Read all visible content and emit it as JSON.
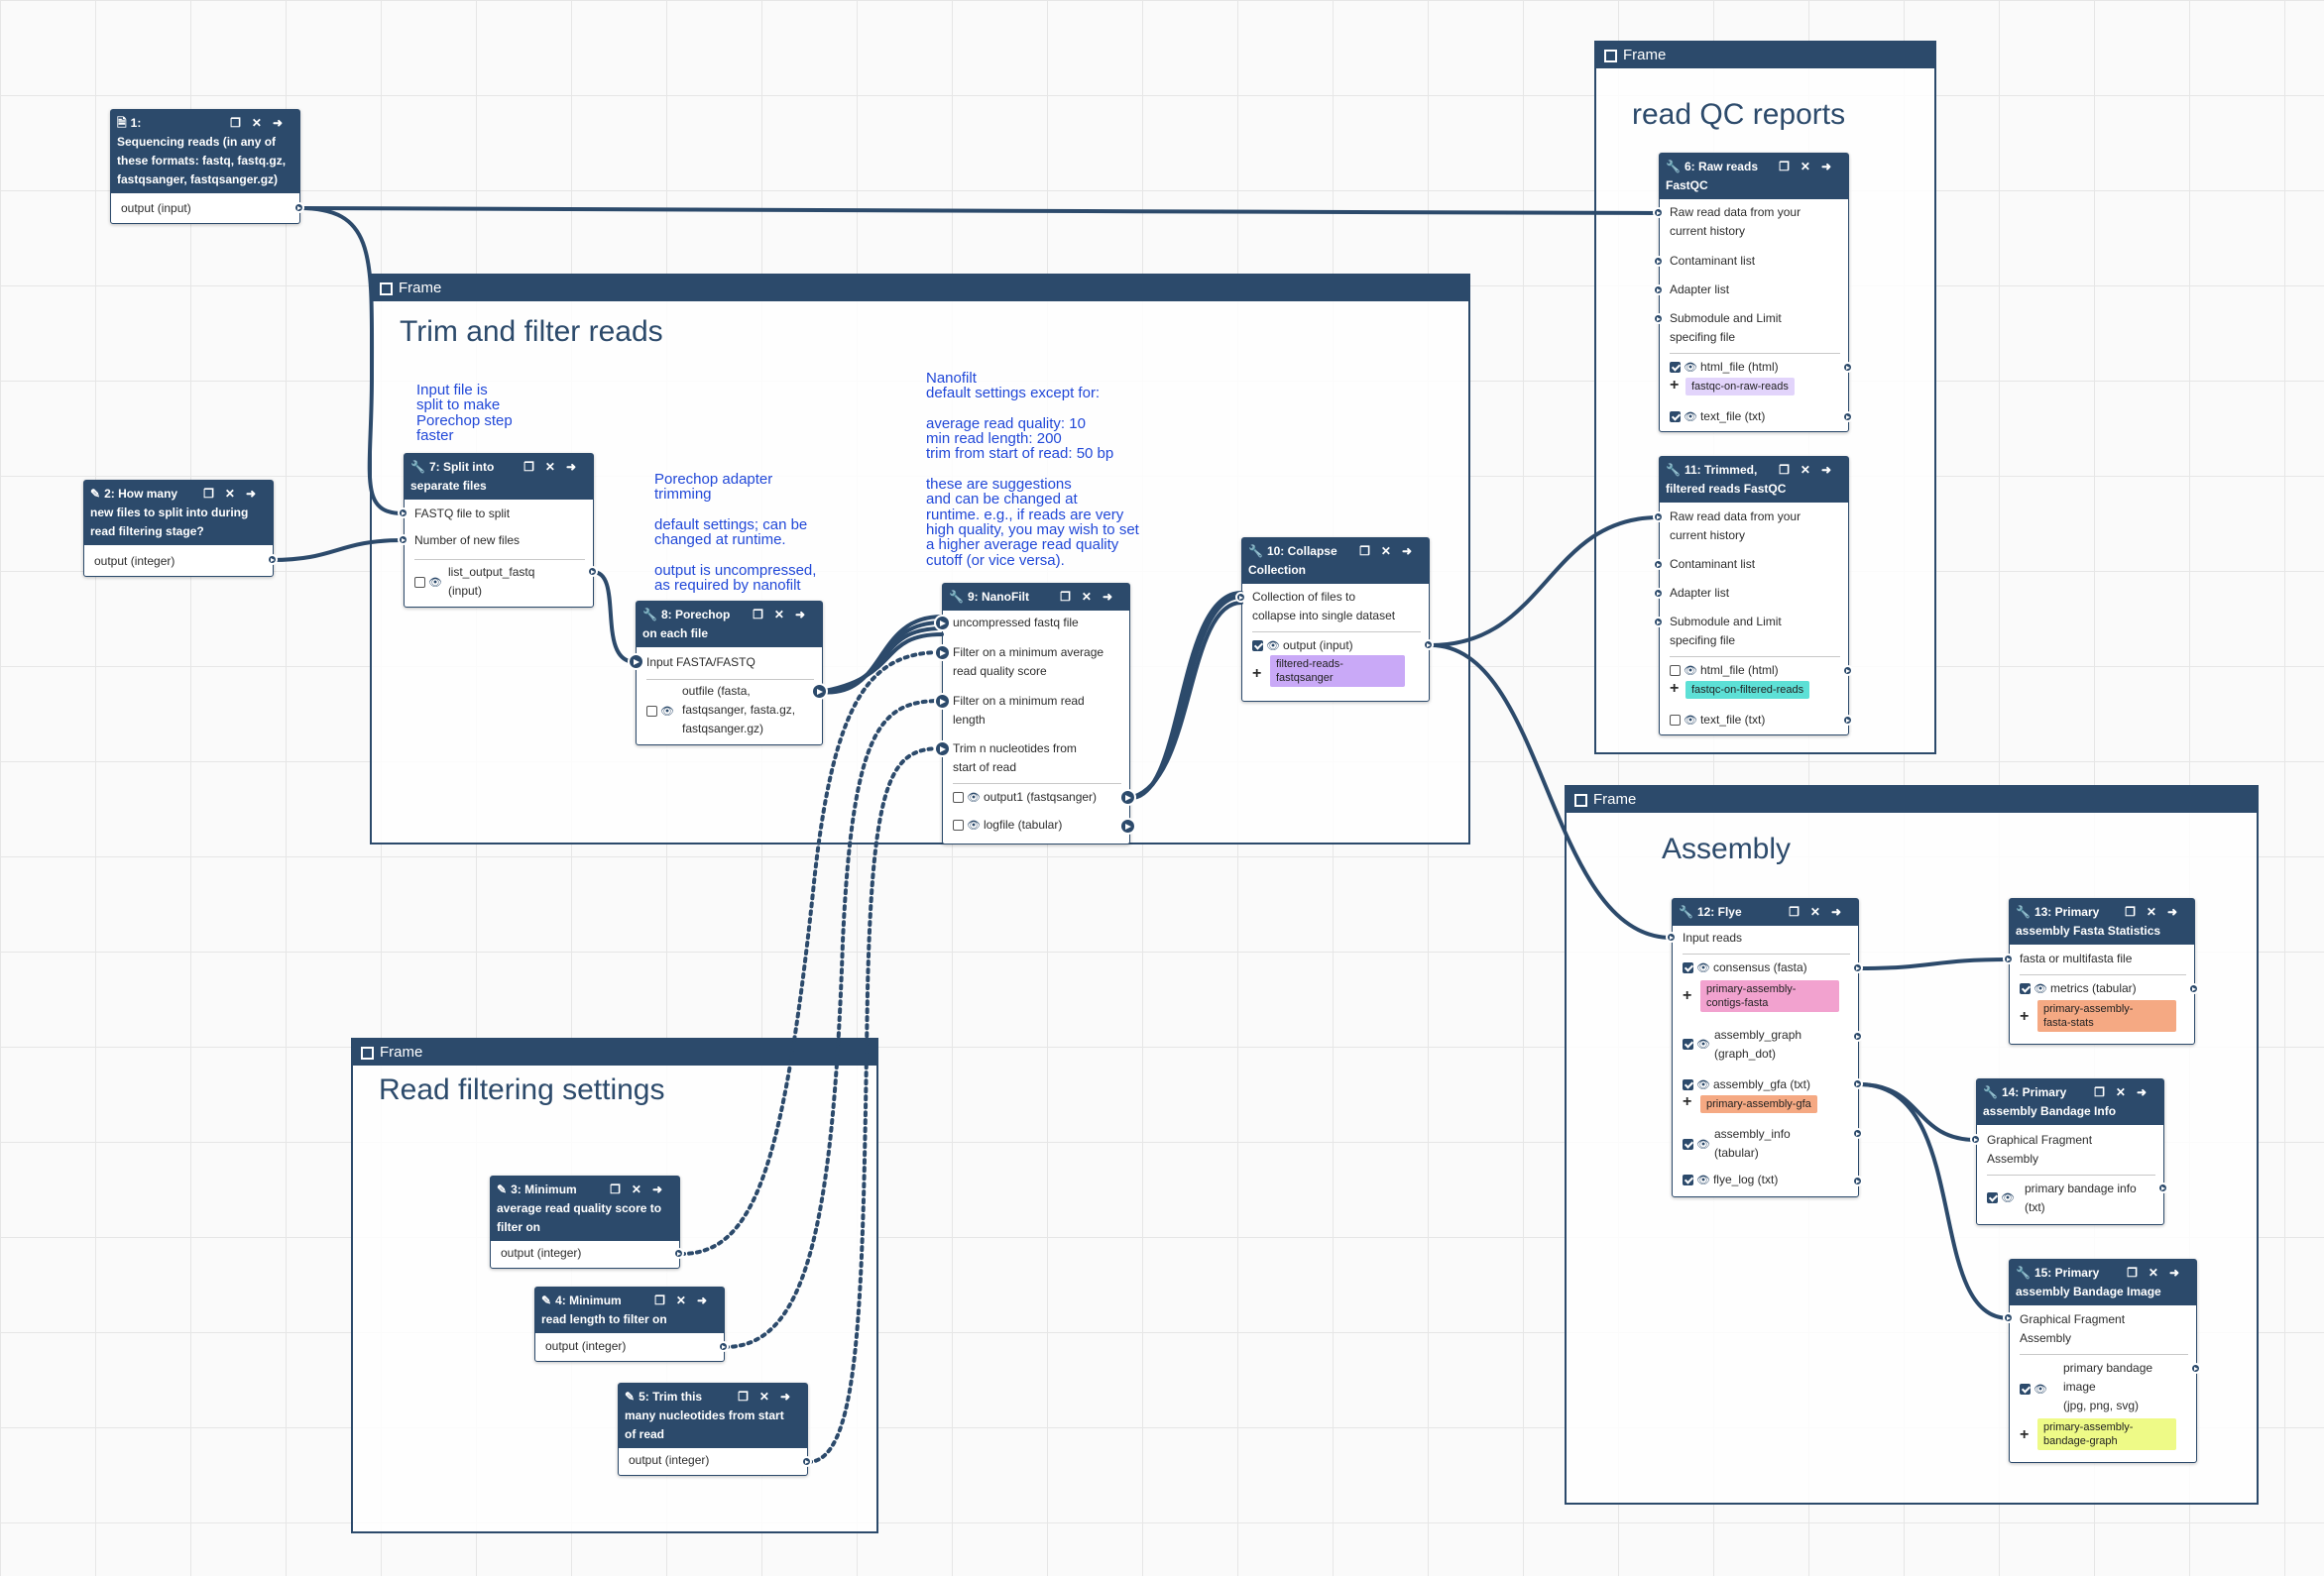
{
  "frames": {
    "qc": {
      "label": "Frame",
      "title": "read QC reports"
    },
    "trim": {
      "label": "Frame",
      "title": "Trim and filter reads"
    },
    "settings": {
      "label": "Frame",
      "title": "Read filtering settings"
    },
    "assembly": {
      "label": "Frame",
      "title": "Assembly"
    }
  },
  "notes": {
    "split": "Input file is\nsplit to make\nPorechop step\nfaster",
    "porechop": "Porechop adapter\ntrimming\n\ndefault settings; can be\nchanged at runtime.\n\noutput is uncompressed,\nas required by nanofilt",
    "nanofilt": "Nanofilt\ndefault settings except for:\n\naverage read quality: 10\nmin read length: 200\ntrim from start of read: 50 bp\n\nthese are suggestions\nand can be changed at\nruntime. e.g., if reads are very\nhigh quality, you may wish to set\na higher average read quality\ncutoff (or vice versa)."
  },
  "nodes": {
    "n1": {
      "title": "1: Sequencing reads (in any of these formats: fastq, fastq.gz, fastqsanger, fastqsanger.gz)",
      "title_a": "1:",
      "title_b": "Sequencing reads (in any of",
      "title_c": "these formats: fastq, fastq.gz,",
      "title_d": "fastqsanger, fastqsanger.gz)",
      "output": "output (input)"
    },
    "n2": {
      "title_a": "2: How many",
      "title_b": "new files to split into during",
      "title_c": "read filtering stage?",
      "output": "output (integer)"
    },
    "n3": {
      "title_a": "3: Minimum",
      "title_b": "average read quality score to",
      "title_c": "filter on",
      "output": "output (integer)"
    },
    "n4": {
      "title_a": "4: Minimum",
      "title_b": "read length to filter on",
      "output": "output (integer)"
    },
    "n5": {
      "title_a": "5: Trim this",
      "title_b": "many nucleotides from start",
      "title_c": "of read",
      "output": "output (integer)"
    },
    "n6": {
      "title_a": "6: Raw reads",
      "title_b": "FastQC",
      "in1a": "Raw read data from your",
      "in1b": "current history",
      "in2": "Contaminant list",
      "in3": "Adapter list",
      "in4a": "Submodule and Limit",
      "in4b": "specifing file",
      "out1": "html_file (html)",
      "tag1": "fastqc-on-raw-reads",
      "out2": "text_file (txt)"
    },
    "n7": {
      "title_a": "7: Split into",
      "title_b": "separate files",
      "in1": "FASTQ file to split",
      "in2": "Number of new files",
      "out1a": "list_output_fastq",
      "out1b": "(input)"
    },
    "n8": {
      "title_a": "8: Porechop",
      "title_b": "on each file",
      "in1": "Input FASTA/FASTQ",
      "out1a": "outfile (fasta,",
      "out1b": "fastqsanger, fasta.gz,",
      "out1c": "fastqsanger.gz)"
    },
    "n9": {
      "title_a": "9: NanoFilt",
      "in1": "uncompressed fastq file",
      "in2a": "Filter on a minimum average",
      "in2b": "read quality score",
      "in3a": "Filter on a minimum read",
      "in3b": "length",
      "in4a": "Trim n nucleotides from",
      "in4b": "start of read",
      "out1": "output1 (fastqsanger)",
      "out2": "logfile (tabular)"
    },
    "n10": {
      "title_a": "10: Collapse",
      "title_b": "Collection",
      "in1a": "Collection of files to",
      "in1b": "collapse into single dataset",
      "out1": "output (input)",
      "tag1a": "filtered-reads-",
      "tag1b": "fastqsanger"
    },
    "n11": {
      "title_a": "11: Trimmed,",
      "title_b": "filtered reads FastQC",
      "in1a": "Raw read data from your",
      "in1b": "current history",
      "in2": "Contaminant list",
      "in3": "Adapter list",
      "in4a": "Submodule and Limit",
      "in4b": "specifing file",
      "out1": "html_file (html)",
      "tag1": "fastqc-on-filtered-reads",
      "out2": "text_file (txt)"
    },
    "n12": {
      "title_a": "12: Flye",
      "in1": "Input reads",
      "out1": "consensus (fasta)",
      "tag1a": "primary-assembly-",
      "tag1b": "contigs-fasta",
      "out2a": "assembly_graph",
      "out2b": "(graph_dot)",
      "out3": "assembly_gfa (txt)",
      "tag3": "primary-assembly-gfa",
      "out4a": "assembly_info",
      "out4b": "(tabular)",
      "out5": "flye_log (txt)"
    },
    "n13": {
      "title_a": "13: Primary",
      "title_b": "assembly Fasta Statistics",
      "in1": "fasta or multifasta file",
      "out1": "metrics (tabular)",
      "tag1a": "primary-assembly-",
      "tag1b": "fasta-stats"
    },
    "n14": {
      "title_a": "14: Primary",
      "title_b": "assembly Bandage Info",
      "in1a": "Graphical Fragment",
      "in1b": "Assembly",
      "out1a": "primary bandage info",
      "out1b": "(txt)"
    },
    "n15": {
      "title_a": "15: Primary",
      "title_b": "assembly Bandage Image",
      "in1a": "Graphical Fragment",
      "in1b": "Assembly",
      "out1a": "primary bandage",
      "out1b": "image",
      "out1c": "(jpg, png, svg)",
      "tag1a": "primary-assembly-",
      "tag1b": "bandage-graph"
    }
  },
  "colors": {
    "header": "#2c4a6b",
    "wire": "#2c4a6b",
    "tag_raw_reads": "#e2d4fb",
    "tag_filtered_reads_fastqsanger": "#c9a9f7",
    "tag_filtered_qc": "#5de0d6",
    "tag_contigs": "#f2a2cf",
    "tag_gfa": "#f5a983",
    "tag_fasta_stats": "#f5a983",
    "tag_bandage": "#eefa87",
    "note_text": "#2148d8"
  }
}
